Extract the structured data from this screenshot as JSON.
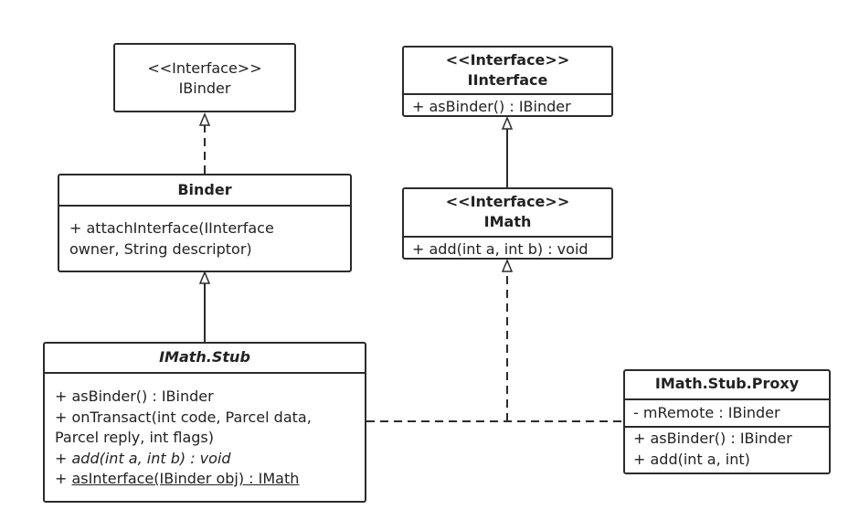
{
  "classes": {
    "ibinder": {
      "stereotype": "<<Interface>>",
      "name": "IBinder"
    },
    "binder": {
      "name": "Binder",
      "methods": [
        "+ attachInterface(IInterface",
        "owner, String descriptor)"
      ]
    },
    "iinterface": {
      "stereotype": "<<Interface>>",
      "name": "IInterface",
      "methods": [
        "+ asBinder() : IBinder"
      ]
    },
    "imath": {
      "stereotype": "<<Interface>>",
      "name": "IMath",
      "methods": [
        "+ add(int a, int b) : void"
      ]
    },
    "stub": {
      "name": "IMath.Stub",
      "methods": [
        "+ asBinder() : IBinder",
        "+ onTransact(int code, Parcel data,",
        "Parcel reply, int flags)",
        "+ add(int a, int b) : void",
        "+ ",
        "asInterface(IBinder obj) : IMath"
      ]
    },
    "proxy": {
      "name": "IMath.Stub.Proxy",
      "fields": [
        "- mRemote : IBinder"
      ],
      "methods": [
        "+ asBinder() : IBinder",
        "+ add(int a, int)"
      ]
    }
  }
}
